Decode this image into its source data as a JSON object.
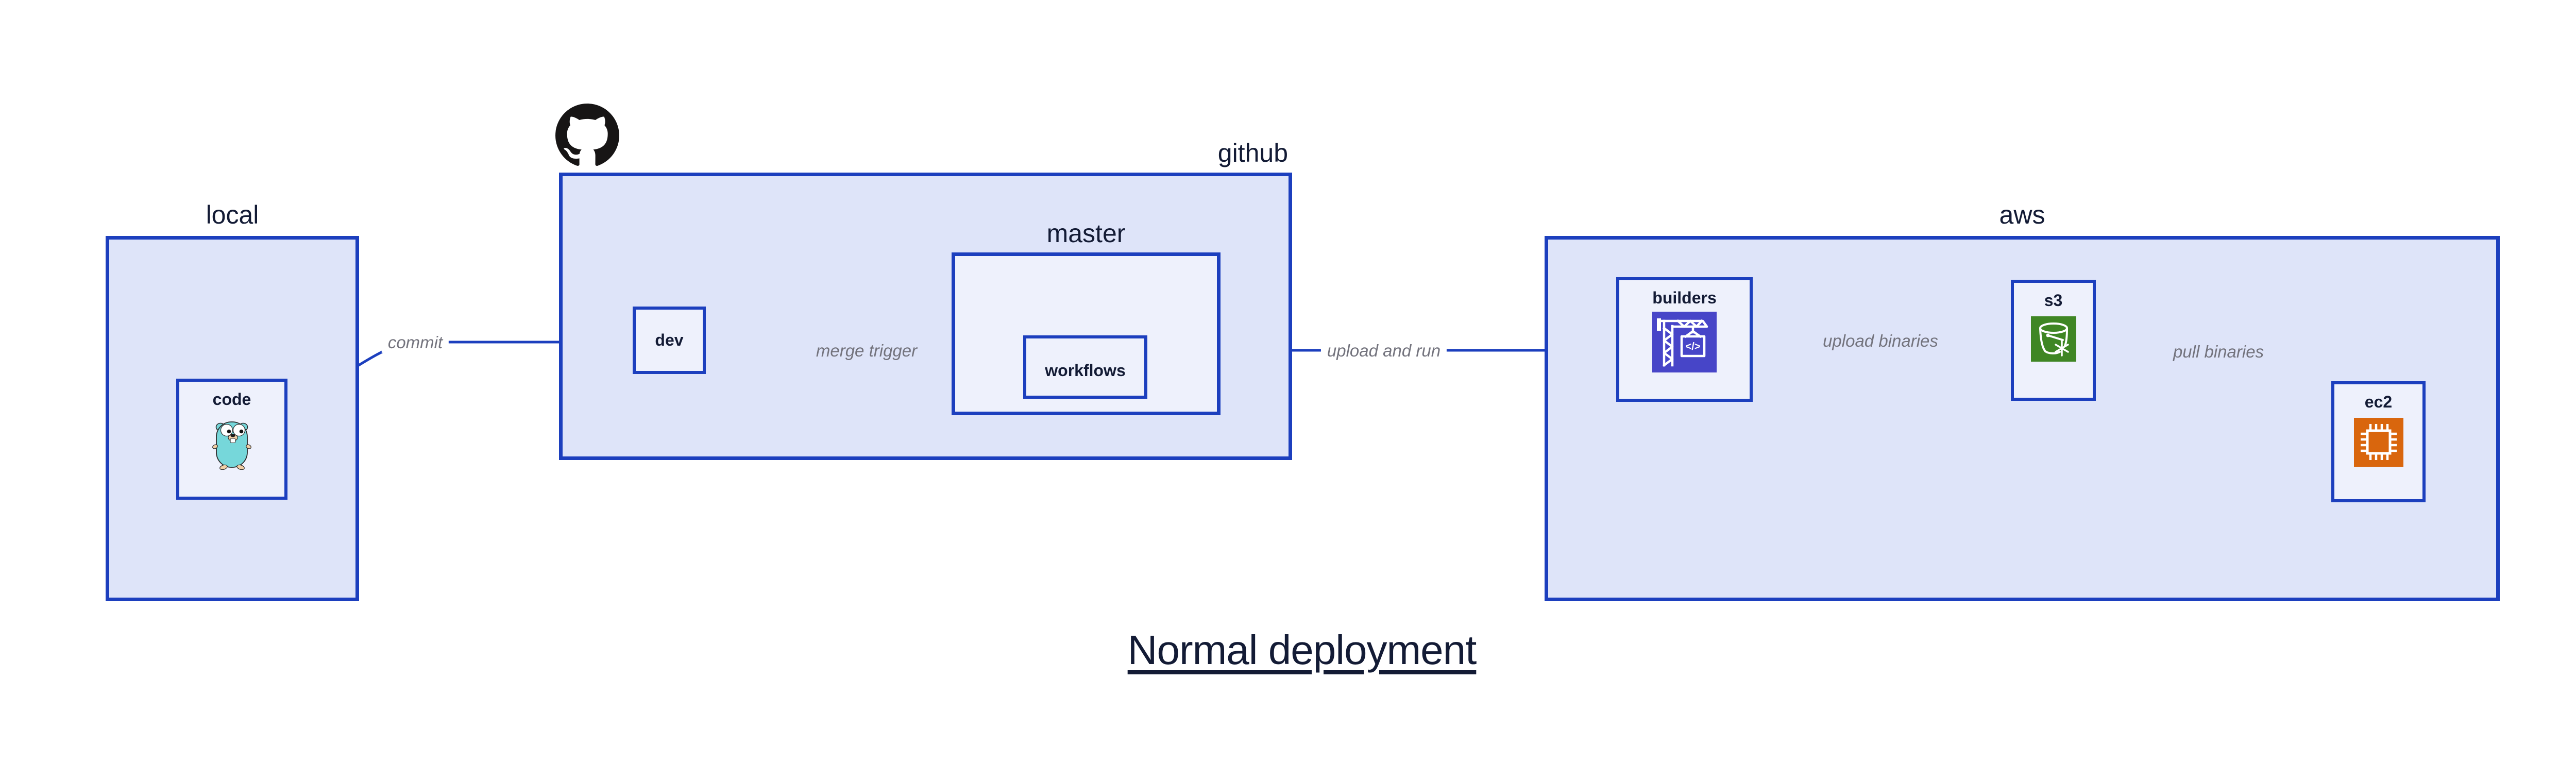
{
  "title": {
    "text": "Normal deployment"
  },
  "groups": {
    "local": {
      "label": "local"
    },
    "github": {
      "label": "github"
    },
    "master": {
      "label": "master"
    },
    "aws": {
      "label": "aws"
    }
  },
  "nodes": {
    "code": {
      "label": "code"
    },
    "dev": {
      "label": "dev"
    },
    "workflows": {
      "label": "workflows"
    },
    "builders": {
      "label": "builders",
      "icon_glyph": "</>"
    },
    "s3": {
      "label": "s3"
    },
    "ec2": {
      "label": "ec2"
    }
  },
  "edges": {
    "commit": {
      "label": "commit"
    },
    "merge_trigger": {
      "label": "merge trigger"
    },
    "upload_and_run": {
      "label": "upload and run"
    },
    "upload_binaries": {
      "label": "upload binaries"
    },
    "pull_binaries": {
      "label": "pull binaries"
    }
  },
  "icons": {
    "octocat": "github-octocat-icon",
    "gopher": "go-gopher-icon",
    "builders": "codebuild-crane-icon",
    "s3": "s3-glacier-bucket-icon",
    "ec2": "ec2-chip-icon"
  },
  "colors": {
    "accent": "#1c3fbe",
    "group_fill": "#dee4f9",
    "node_fill": "#eef1fc",
    "dark_text": "#131b35",
    "edge_label": "#73737d",
    "octocat_black": "#171515",
    "gopher_teal": "#76d7da",
    "gopher_accent": "#f2cfa5",
    "builders_indigo": "#4745c8",
    "s3_green": "#3f8624",
    "ec2_orange": "#d9660d",
    "background": "#ffffff"
  }
}
